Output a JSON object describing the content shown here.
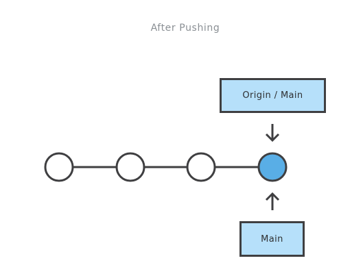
{
  "diagram": {
    "title": "After Pushing",
    "commits": [
      {
        "id": "commit-1",
        "highlighted": false
      },
      {
        "id": "commit-2",
        "highlighted": false
      },
      {
        "id": "commit-3",
        "highlighted": false
      },
      {
        "id": "commit-4",
        "highlighted": true
      }
    ],
    "refs": {
      "remote_label": "Origin / Main",
      "local_label": "Main"
    },
    "colors": {
      "stroke": "#3f3f41",
      "highlight_fill": "#59aee6",
      "label_fill": "#b6e0fa",
      "title_text": "#8a8f94",
      "background": "#ffffff"
    }
  }
}
